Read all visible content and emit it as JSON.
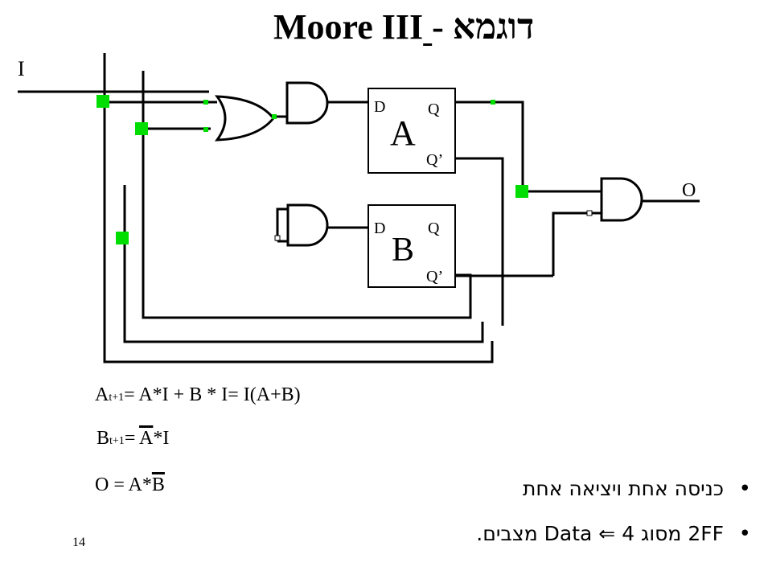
{
  "title": {
    "hebrew": "דוגמא -",
    "latin": "Moore III"
  },
  "diagram": {
    "input_label": "I",
    "output_label": "O",
    "ff_a": {
      "name": "A",
      "d": "D",
      "q": "Q",
      "q_bar": "Q’"
    },
    "ff_b": {
      "name": "B",
      "d": "D",
      "q": "Q",
      "q_bar": "Q’"
    }
  },
  "equations": {
    "a_next": {
      "base": "A",
      "sub": "t+1",
      "rhs": "= A*I + B * I= I(A+B)"
    },
    "b_next": {
      "base": "B",
      "sub": "t+1",
      "eq": "= ",
      "bar_var": "A",
      "rest": "*I"
    },
    "output": {
      "lhs": "O = A*",
      "bar_var": "B"
    }
  },
  "bullets": [
    {
      "text": "כניסה אחת ויציאה אחת"
    },
    {
      "pre": "2FF מסוג Data",
      "arrow": "⇐",
      "post": "4 מצבים."
    }
  ],
  "page_number": "14",
  "colors": {
    "marker": "#00dd00",
    "line": "#000000"
  }
}
